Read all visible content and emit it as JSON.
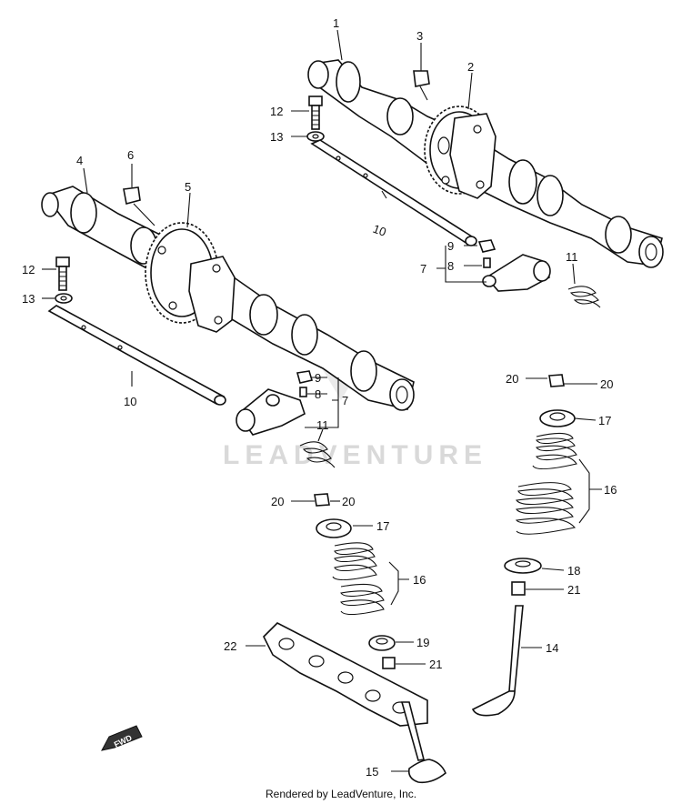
{
  "watermark": "LEADVENTURE",
  "footer": "Rendered by LeadVenture, Inc.",
  "fwd_label": "FWD",
  "callouts": {
    "c1": "1",
    "c2": "2",
    "c3": "3",
    "c4": "4",
    "c5": "5",
    "c6": "6",
    "c7a": "7",
    "c7b": "7",
    "c8a": "8",
    "c8b": "8",
    "c9a": "9",
    "c9b": "9",
    "c10a": "10",
    "c10b": "10",
    "c11a": "11",
    "c11b": "11",
    "c12a": "12",
    "c12b": "12",
    "c13a": "13",
    "c13b": "13",
    "c14": "14",
    "c15": "15",
    "c16a": "16",
    "c16b": "16",
    "c17a": "17",
    "c17b": "17",
    "c18": "18",
    "c19": "19",
    "c20a": "20",
    "c20b": "20",
    "c20c": "20",
    "c20d": "20",
    "c21a": "21",
    "c21b": "21",
    "c22": "22"
  }
}
